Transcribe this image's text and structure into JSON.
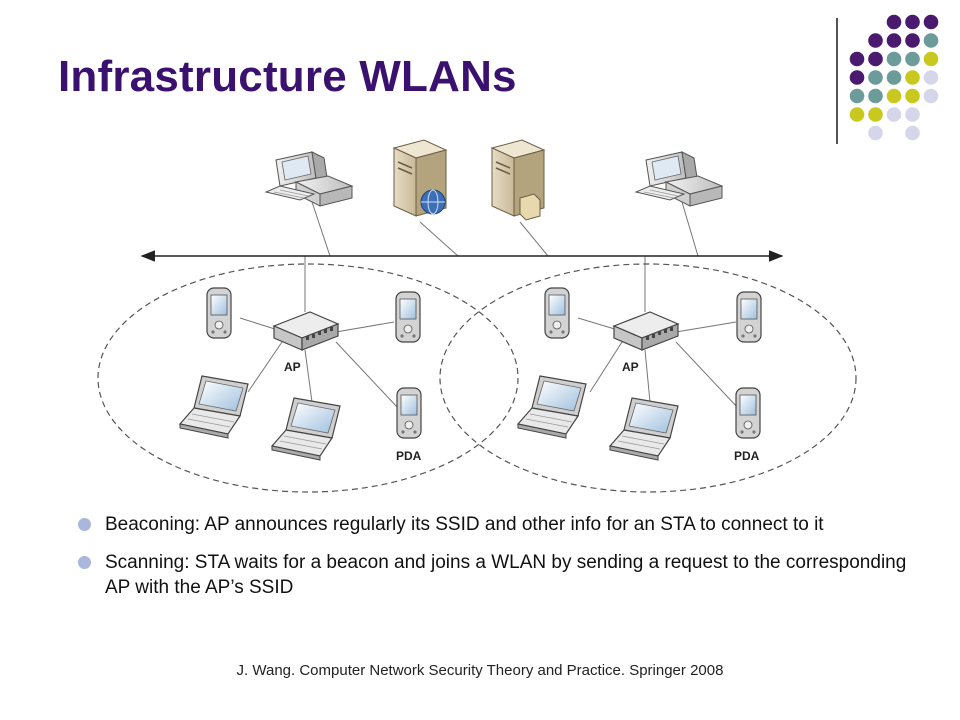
{
  "slide": {
    "title": "Infrastructure WLANs",
    "bullets": [
      "Beaconing: AP announces regularly its SSID and other info for an STA to connect to it",
      "Scanning: STA waits for a beacon and joins a WLAN by sending a request to the corresponding AP with the AP’s SSID"
    ],
    "citation": "J. Wang. Computer Network Security Theory and Practice. Springer 2008"
  },
  "diagram": {
    "labels": {
      "ap_left": "AP",
      "ap_right": "AP",
      "pda_left": "PDA",
      "pda_right": "PDA"
    }
  },
  "colors": {
    "title": "#3b1170",
    "dot_purple": "#4a1a6e",
    "dot_teal": "#6c9c9a",
    "dot_yellow": "#c8c81e",
    "dot_lavender": "#d6d6ea",
    "bullet": "#a9b7dd"
  }
}
